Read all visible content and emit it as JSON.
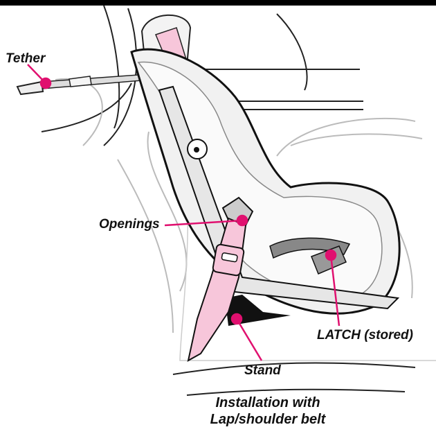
{
  "colors": {
    "accent": "#e0106f",
    "belt_fill": "#f7c6da",
    "outline": "#111111",
    "seat_shade": "#e6e6e6"
  },
  "labels": {
    "tether": "Tether",
    "openings": "Openings",
    "latch": "LATCH (stored)",
    "stand": "Stand"
  },
  "caption": {
    "line1": "Installation with",
    "line2": "Lap/shoulder belt"
  }
}
